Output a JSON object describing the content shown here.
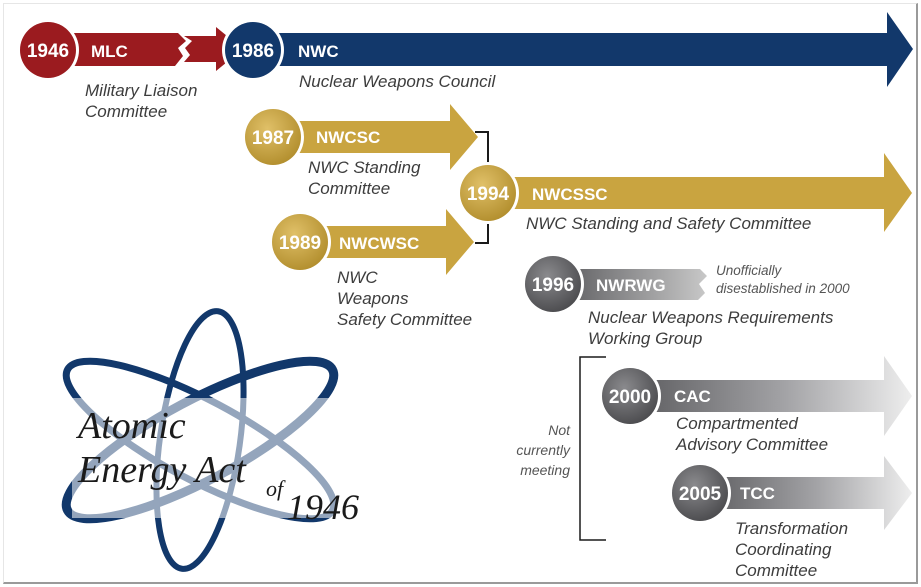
{
  "mlc": {
    "year": "1946",
    "abbr": "MLC",
    "desc": [
      "Military Liaison",
      "Committee"
    ]
  },
  "nwc": {
    "year": "1986",
    "abbr": "NWC",
    "desc": [
      "Nuclear Weapons Council"
    ]
  },
  "nwcsc": {
    "year": "1987",
    "abbr": "NWCSC",
    "desc": [
      "NWC Standing",
      "Committee"
    ]
  },
  "nwcwsc": {
    "year": "1989",
    "abbr": "NWCWSC",
    "desc": [
      "NWC",
      "Weapons",
      "Safety Committee"
    ]
  },
  "nwcssc": {
    "year": "1994",
    "abbr": "NWCSSC",
    "desc": [
      "NWC Standing and Safety Committee"
    ]
  },
  "nwrwg": {
    "year": "1996",
    "abbr": "NWRWG",
    "desc": [
      "Nuclear Weapons Requirements",
      "Working Group"
    ],
    "note": [
      "Unofficially",
      "disestablished in 2000"
    ]
  },
  "cac": {
    "year": "2000",
    "abbr": "CAC",
    "desc": [
      "Compartmented",
      "Advisory Committee"
    ]
  },
  "tcc": {
    "year": "2005",
    "abbr": "TCC",
    "desc": [
      "Transformation",
      "Coordinating",
      "Committee"
    ]
  },
  "not_meeting": [
    "Not",
    "currently",
    "meeting"
  ],
  "logo": {
    "line1": "Atomic",
    "line2": "Energy Act",
    "of": "of",
    "year": "1946"
  },
  "colors": {
    "red": "#9b1b1f",
    "navy": "#12386b",
    "gold": "#c9a440",
    "gray": "#5b5b5e",
    "gray_light": "#e8e8e8"
  }
}
